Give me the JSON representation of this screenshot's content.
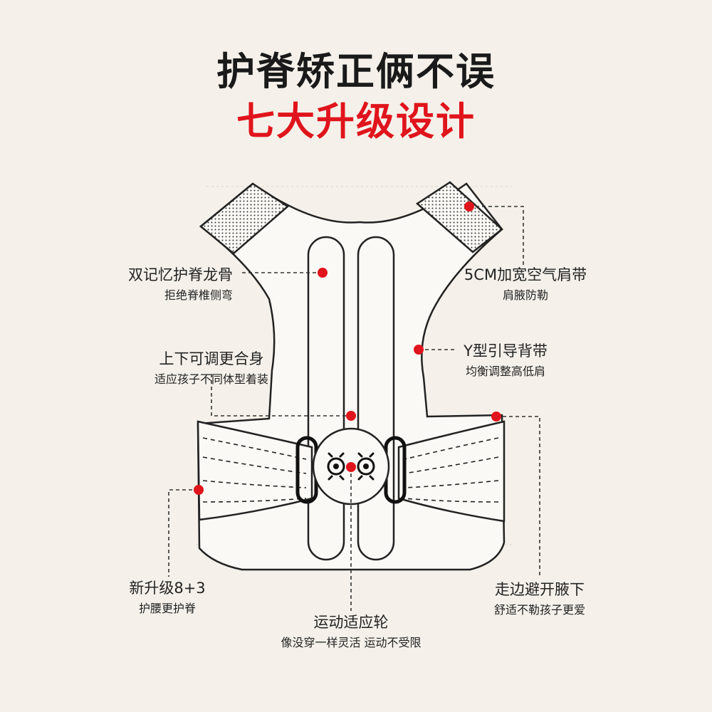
{
  "title_line1": "护脊矫正俩不误",
  "title_line2": "七大升级设计",
  "colors": {
    "accent": "#e0141c",
    "line": "#222222",
    "bg": "#f5f1ea",
    "fill": "#fbf9f5"
  },
  "features": {
    "spine": {
      "main": "双记忆护脊龙骨",
      "sub": "拒绝脊椎侧弯"
    },
    "shoulder": {
      "main": "5CM加宽空气肩带",
      "sub": "肩腋防勒"
    },
    "adjust": {
      "main": "上下可调更合身",
      "sub": "适应孩子不同体型着装"
    },
    "ystrap": {
      "main": "Y型引导背带",
      "sub": "均衡调整高低肩"
    },
    "belt": {
      "main": "新升级8+3",
      "sub": "护腰更护脊"
    },
    "armpit": {
      "main": "走边避开腋下",
      "sub": "舒适不勒孩子更爱"
    },
    "wheel": {
      "main": "运动适应轮",
      "sub": "像没穿一样灵活 运动不受限"
    }
  }
}
